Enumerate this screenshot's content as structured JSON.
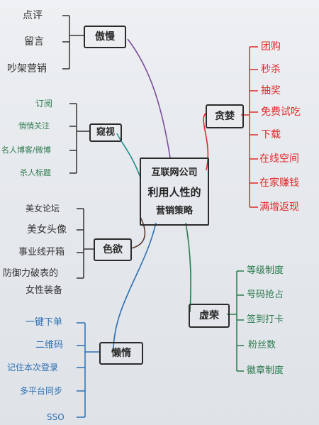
{
  "center": {
    "line1": "互联网公司",
    "line2": "利用人性的",
    "line3": "营销策略"
  },
  "nodes": {
    "aoman": "傲慢",
    "kuishi": "窥视",
    "seyu": "色欲",
    "lanqing": "懒惰",
    "tanlan": "贪婪",
    "xurong": "虚荣"
  },
  "aoman_items": [
    "点评",
    "留言",
    "吵架营销"
  ],
  "kuishi_items": [
    "订阅",
    "悄悄关注",
    "名人博客/微博",
    "杀人标题"
  ],
  "seyu_items": [
    "美女论坛",
    "美女头像",
    "事业线开箱",
    "防御力破表的",
    "女性装备"
  ],
  "lanqing_items": [
    "一键下单",
    "二维码",
    "记住本次登录",
    "多平台同步",
    "SSO"
  ],
  "tanlan_items": [
    "团购",
    "秒杀",
    "抽奖",
    "免费试吃",
    "下载",
    "在线空间",
    "在家赚钱",
    "满增返现"
  ],
  "xurong_items": [
    "等级制度",
    "号码抢占",
    "签到打卡",
    "粉丝数",
    "徽章制度"
  ],
  "colors": {
    "purple": "#7a4c9c",
    "teal": "#1f8f8a",
    "brown": "#5a3a2e",
    "red": "#e02b2b",
    "blue": "#2c6fb3",
    "green": "#2d7a4e",
    "ink": "#2b2b2b"
  }
}
